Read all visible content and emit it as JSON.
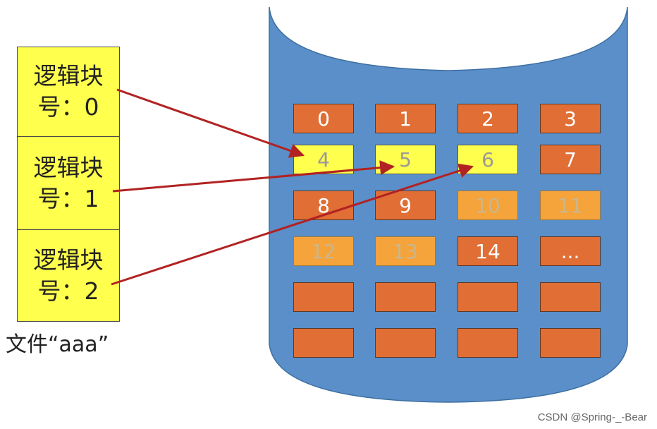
{
  "file": {
    "caption": "文件“aaa”",
    "logical_blocks": [
      {
        "line1": "逻辑块",
        "line2": "号：0"
      },
      {
        "line1": "逻辑块",
        "line2": "号：1"
      },
      {
        "line1": "逻辑块",
        "line2": "号：2"
      }
    ]
  },
  "disk": {
    "physical_blocks": [
      {
        "label": "0",
        "state": "normal"
      },
      {
        "label": "1",
        "state": "normal"
      },
      {
        "label": "2",
        "state": "normal"
      },
      {
        "label": "3",
        "state": "normal"
      },
      {
        "label": "4",
        "state": "used"
      },
      {
        "label": "5",
        "state": "used"
      },
      {
        "label": "6",
        "state": "used"
      },
      {
        "label": "7",
        "state": "normal"
      },
      {
        "label": "8",
        "state": "normal"
      },
      {
        "label": "9",
        "state": "normal"
      },
      {
        "label": "10",
        "state": "occupied"
      },
      {
        "label": "11",
        "state": "occupied"
      },
      {
        "label": "12",
        "state": "occupied"
      },
      {
        "label": "13",
        "state": "occupied"
      },
      {
        "label": "14",
        "state": "normal"
      },
      {
        "label": "...",
        "state": "normal"
      },
      {
        "label": "",
        "state": "normal"
      },
      {
        "label": "",
        "state": "normal"
      },
      {
        "label": "",
        "state": "normal"
      },
      {
        "label": "",
        "state": "normal"
      },
      {
        "label": "",
        "state": "normal"
      },
      {
        "label": "",
        "state": "normal"
      },
      {
        "label": "",
        "state": "normal"
      },
      {
        "label": "",
        "state": "normal"
      }
    ]
  },
  "mappings": [
    {
      "from": 0,
      "to": 4
    },
    {
      "from": 1,
      "to": 5
    },
    {
      "from": 2,
      "to": 6
    }
  ],
  "colors": {
    "disk": "#5a8fc9",
    "disk_outline": "#3d6e9f",
    "block_normal": "#e06e35",
    "block_used": "#ffff4d",
    "block_occupied": "#f5a33b",
    "arrow": "#b22222"
  },
  "watermark": "CSDN @Spring-_-Bear"
}
